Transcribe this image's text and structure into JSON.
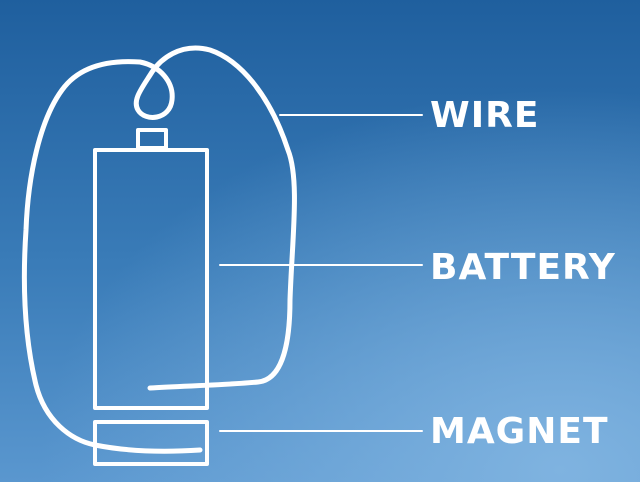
{
  "labels": {
    "wire": "WIRE",
    "battery": "BATTERY",
    "magnet": "MAGNET"
  },
  "colors": {
    "stroke": "#ffffff",
    "text": "#ffffff"
  }
}
